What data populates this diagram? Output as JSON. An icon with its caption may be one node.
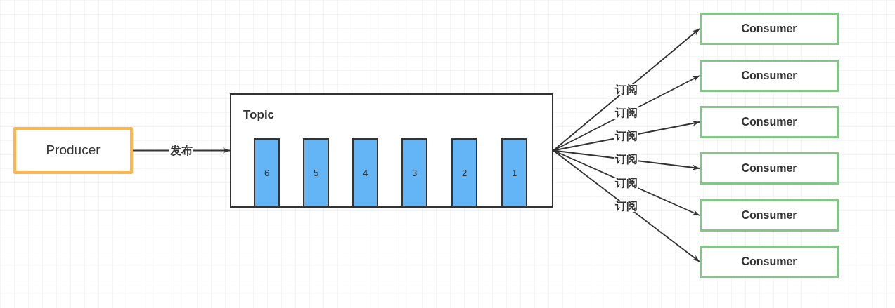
{
  "diagram": {
    "nodes": [
      {
        "text": [
          "Producer"
        ]
      },
      {
        "text": [
          "Topic"
        ]
      },
      {
        "text": [
          "6"
        ],
        "in": 1
      },
      {
        "text": [
          "5"
        ],
        "in": 1
      },
      {
        "text": [
          "4"
        ],
        "in": 1
      },
      {
        "text": [
          "3"
        ],
        "in": 1
      },
      {
        "text": [
          "2"
        ],
        "in": 1
      },
      {
        "text": [
          "1"
        ],
        "in": 1
      },
      {
        "text": [
          "Consumer"
        ]
      },
      {
        "text": [
          "Consumer"
        ]
      },
      {
        "text": [
          "Consumer"
        ]
      },
      {
        "text": [
          "Consumer"
        ]
      },
      {
        "text": [
          "Consumer"
        ]
      },
      {
        "text": [
          "Consumer"
        ]
      }
    ],
    "edges": [
      {
        "from": 0,
        "to": 1,
        "arrow": "to",
        "label": "发布"
      },
      {
        "from": 1,
        "to": 8,
        "arrow": "to",
        "label": "订阅"
      },
      {
        "from": 1,
        "to": 9,
        "arrow": "to",
        "label": "订阅"
      },
      {
        "from": 1,
        "to": 10,
        "arrow": "to",
        "label": "订阅"
      },
      {
        "from": 1,
        "to": 11,
        "arrow": "to",
        "label": "订阅"
      },
      {
        "from": 1,
        "to": 12,
        "arrow": "to",
        "label": "订阅"
      },
      {
        "from": 1,
        "to": 13,
        "arrow": "to",
        "label": "订阅"
      }
    ]
  }
}
